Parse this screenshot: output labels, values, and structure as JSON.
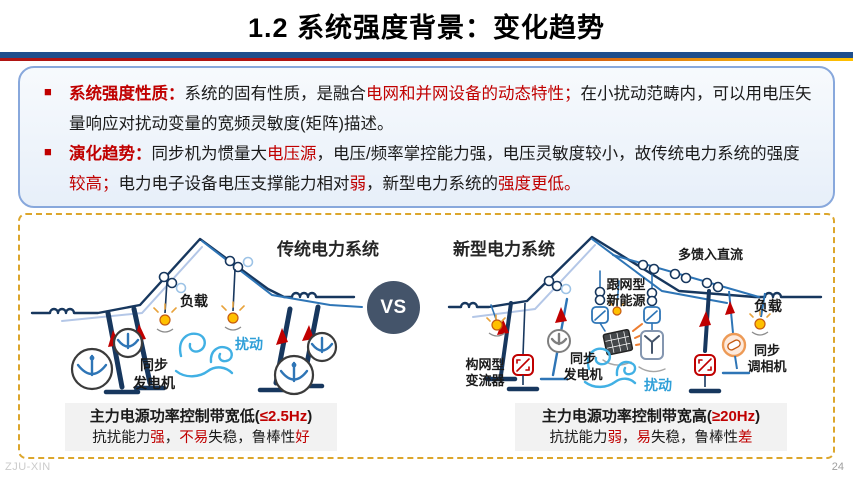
{
  "slide": {
    "title": "1.2 系统强度背景：变化趋势",
    "page_number": "24",
    "watermark": "ZJU-XIN"
  },
  "colors": {
    "accent_red": "#c00000",
    "divider_blue": "#1e4e8c",
    "divider_gold": "#ffc000",
    "panel_dashed_border": "#dca62c",
    "summary_border": "#88a8dc",
    "vs_circle": "#44546a",
    "line_dark_blue": "#17375e",
    "line_mid_blue": "#2e75b6",
    "line_light_blue": "#b4c7e7",
    "disturbance_blue": "#41b0e4",
    "bulb_yellow": "#ffc000"
  },
  "summary": {
    "bullet_glyph": "■",
    "bullet1": {
      "lead": "系统强度性质：",
      "s1": "系统的固有性质，是融合",
      "s2": "电网和并网设备的动态特性；",
      "s3": "在小扰动范畴内，可以用电压矢量响应对扰动变量的宽频灵敏度(矩阵)描述。"
    },
    "bullet2": {
      "lead": "演化趋势：",
      "s1": "同步机为惯量大",
      "s2": "电压源",
      "s3": "，电压/频率掌控能力强，电压灵敏度较小，故传统电力系统的强度",
      "s4": "较高；",
      "s5": "电力电子设备电压支撑能力相对",
      "s6": "弱",
      "s7": "，新型电力系统的",
      "s8": "强度更低。"
    }
  },
  "diagram": {
    "left_title": "传统电力系统",
    "right_title": "新型电力系统",
    "vs_label": "VS",
    "left_labels": {
      "load": "负载",
      "disturbance": "扰动",
      "generator_line1": "同步",
      "generator_line2": "发电机"
    },
    "right_labels": {
      "multi_infeed_dc": "多馈入直流",
      "grid_following_line1": "跟网型",
      "grid_following_line2": "新能源",
      "load": "负载",
      "grid_forming_line1": "构网型",
      "grid_forming_line2": "变流器",
      "generator_line1": "同步",
      "generator_line2": "发电机",
      "disturbance": "扰动",
      "condenser_line1": "同步",
      "condenser_line2": "调相机"
    },
    "left_caption": {
      "l1a": "主力电源功率控制带宽低(",
      "l1b": "≤2.5Hz",
      "l1c": ")",
      "l2a": "抗扰能力",
      "l2b": "强",
      "l2c": "，",
      "l2d": "不易",
      "l2e": "失稳，鲁棒性",
      "l2f": "好"
    },
    "right_caption": {
      "l1a": "主力电源功率控制带宽高(",
      "l1b": "≥20Hz",
      "l1c": ")",
      "l2a": "抗扰能力",
      "l2b": "弱",
      "l2c": "，",
      "l2d": "易",
      "l2e": "失稳，鲁棒性",
      "l2f": "差"
    }
  }
}
